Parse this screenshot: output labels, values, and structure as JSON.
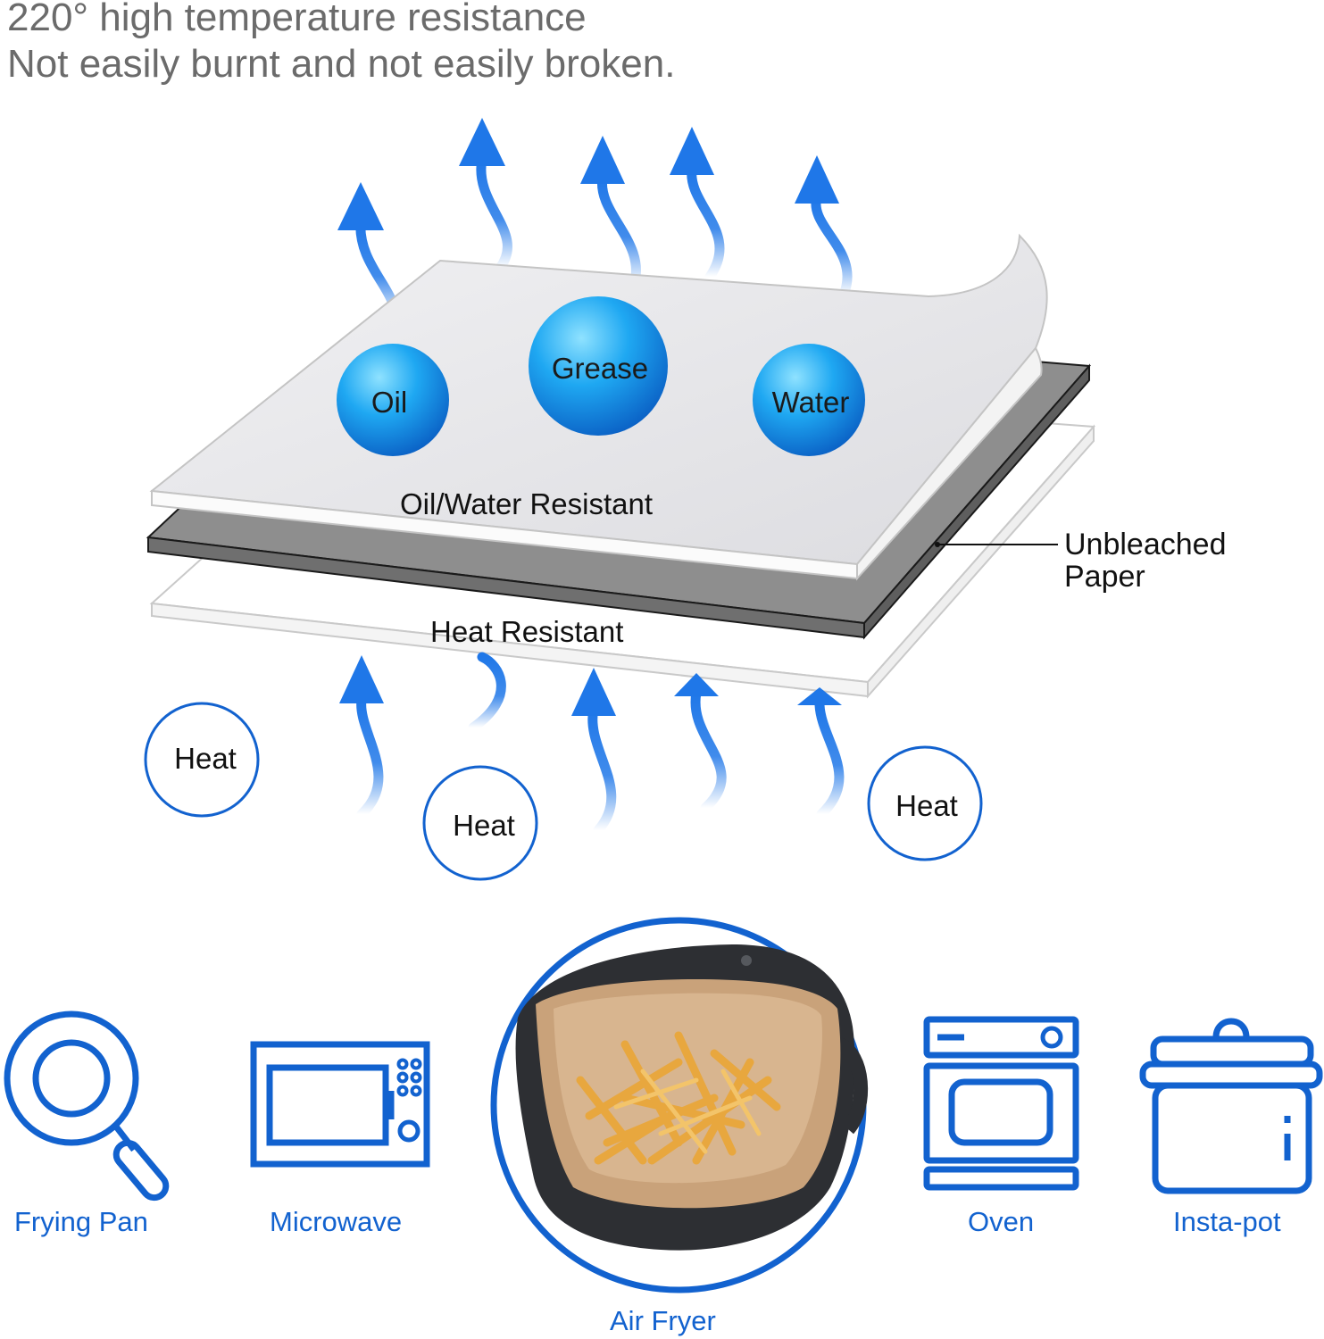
{
  "headline": {
    "line1": "220° high temperature resistance",
    "line2": "Not easily burnt and not easily broken."
  },
  "diagram": {
    "top_layer_label": "Oil/Water Resistant",
    "bottom_layer_label": "Heat Resistant",
    "callout": {
      "line1": "Unbleached",
      "line2": "Paper"
    },
    "repelled": [
      "Oil",
      "Grease",
      "Water"
    ],
    "heat_badges": [
      "Heat",
      "Heat",
      "Heat"
    ]
  },
  "uses": [
    {
      "label": "Frying Pan",
      "icon": "frying-pan-icon"
    },
    {
      "label": "Microwave",
      "icon": "microwave-icon"
    },
    {
      "label": "Air Fryer",
      "icon": "air-fryer-photo"
    },
    {
      "label": "Oven",
      "icon": "oven-icon"
    },
    {
      "label": "Insta-pot",
      "icon": "insta-pot-icon"
    }
  ],
  "colors": {
    "accent": "#1262cf",
    "arrow": "#1f77e8",
    "layer_gray": "#8a8a8a",
    "text_gray": "#6b6b6b"
  }
}
